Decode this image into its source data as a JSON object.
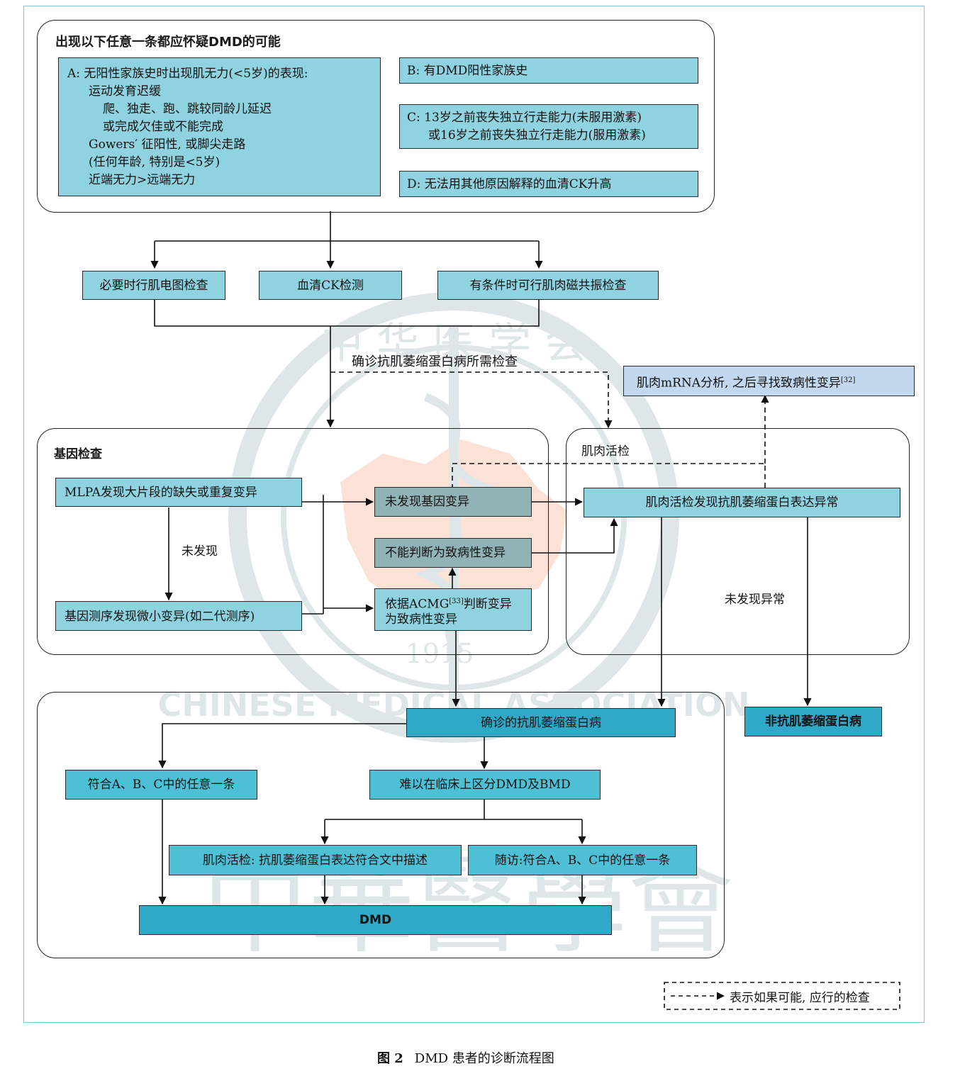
{
  "criteria": {
    "title": "出现以下任意一条都应怀疑DMD的可能",
    "a_lines": [
      "A: 无阳性家族史时出现肌无力(<5岁)的表现:",
      "运动发育迟缓",
      "爬、独走、跑、跳较同龄儿延迟",
      "或完成欠佳或不能完成",
      "Gowers′ 征阳性, 或脚尖走路",
      "(任何年龄, 特别是<5岁)",
      "近端无力>远端无力"
    ],
    "b": "B: 有DMD阳性家族史",
    "c_line1": "C: 13岁之前丧失独立行走能力(未服用激素)",
    "c_line2": "或16岁之前丧失独立行走能力(服用激素)",
    "d": "D: 无法用其他原因解释的血清CK升高"
  },
  "tests": {
    "emg": "必要时行肌电图检查",
    "ck": "血清CK检测",
    "mri": "有条件时可行肌肉磁共振检查"
  },
  "confirm_label": "确诊抗肌萎缩蛋白病所需检查",
  "mrna": {
    "text": "肌肉mRNA分析, 之后寻找致病性变异",
    "ref": "[32]"
  },
  "genetic": {
    "title": "基因检查",
    "mlpa": "MLPA发现大片段的缺失或重复变异",
    "not_found": "未发现",
    "seq": "基因测序发现微小变异(如二代测序)",
    "no_variant": "未发现基因变异",
    "uncertain": "不能判断为致病性变异",
    "acmg_pre": "依据ACMG",
    "acmg_ref": "[33]",
    "acmg_post": "判断变异",
    "acmg_line2": "为致病性变异"
  },
  "biopsy": {
    "title": "肌肉活检",
    "abnormal": "肌肉活检发现抗肌萎缩蛋白表达异常",
    "normal": "未发现异常"
  },
  "non_dystro": "非抗肌萎缩蛋白病",
  "diagnosis": {
    "confirmed": "确诊的抗肌萎缩蛋白病",
    "abc": "符合A、B、C中的任意一条",
    "hard": "难以在临床上区分DMD及BMD",
    "biopsy_match": "肌肉活检: 抗肌萎缩蛋白表达符合文中描述",
    "followup": "随访:符合A、B、C中的任意一条",
    "dmd": "DMD"
  },
  "legend": "表示如果可能, 应行的检查",
  "caption": {
    "fig": "图 2",
    "text": "DMD 患者的诊断流程图"
  },
  "watermark": {
    "seal_top": "中 华 医 学 会",
    "seal_bottom": "CHINESE MEDICAL ASSOCIATION",
    "year": "1915",
    "calligraphy": "中華醫學會"
  },
  "colors": {
    "light": "#8fd3e0",
    "mid": "#4ec0d6",
    "dark": "#2fa9c7",
    "gray": "#91b3b5",
    "blue": "#c2d8ee",
    "frame": "#7fc6d6"
  }
}
